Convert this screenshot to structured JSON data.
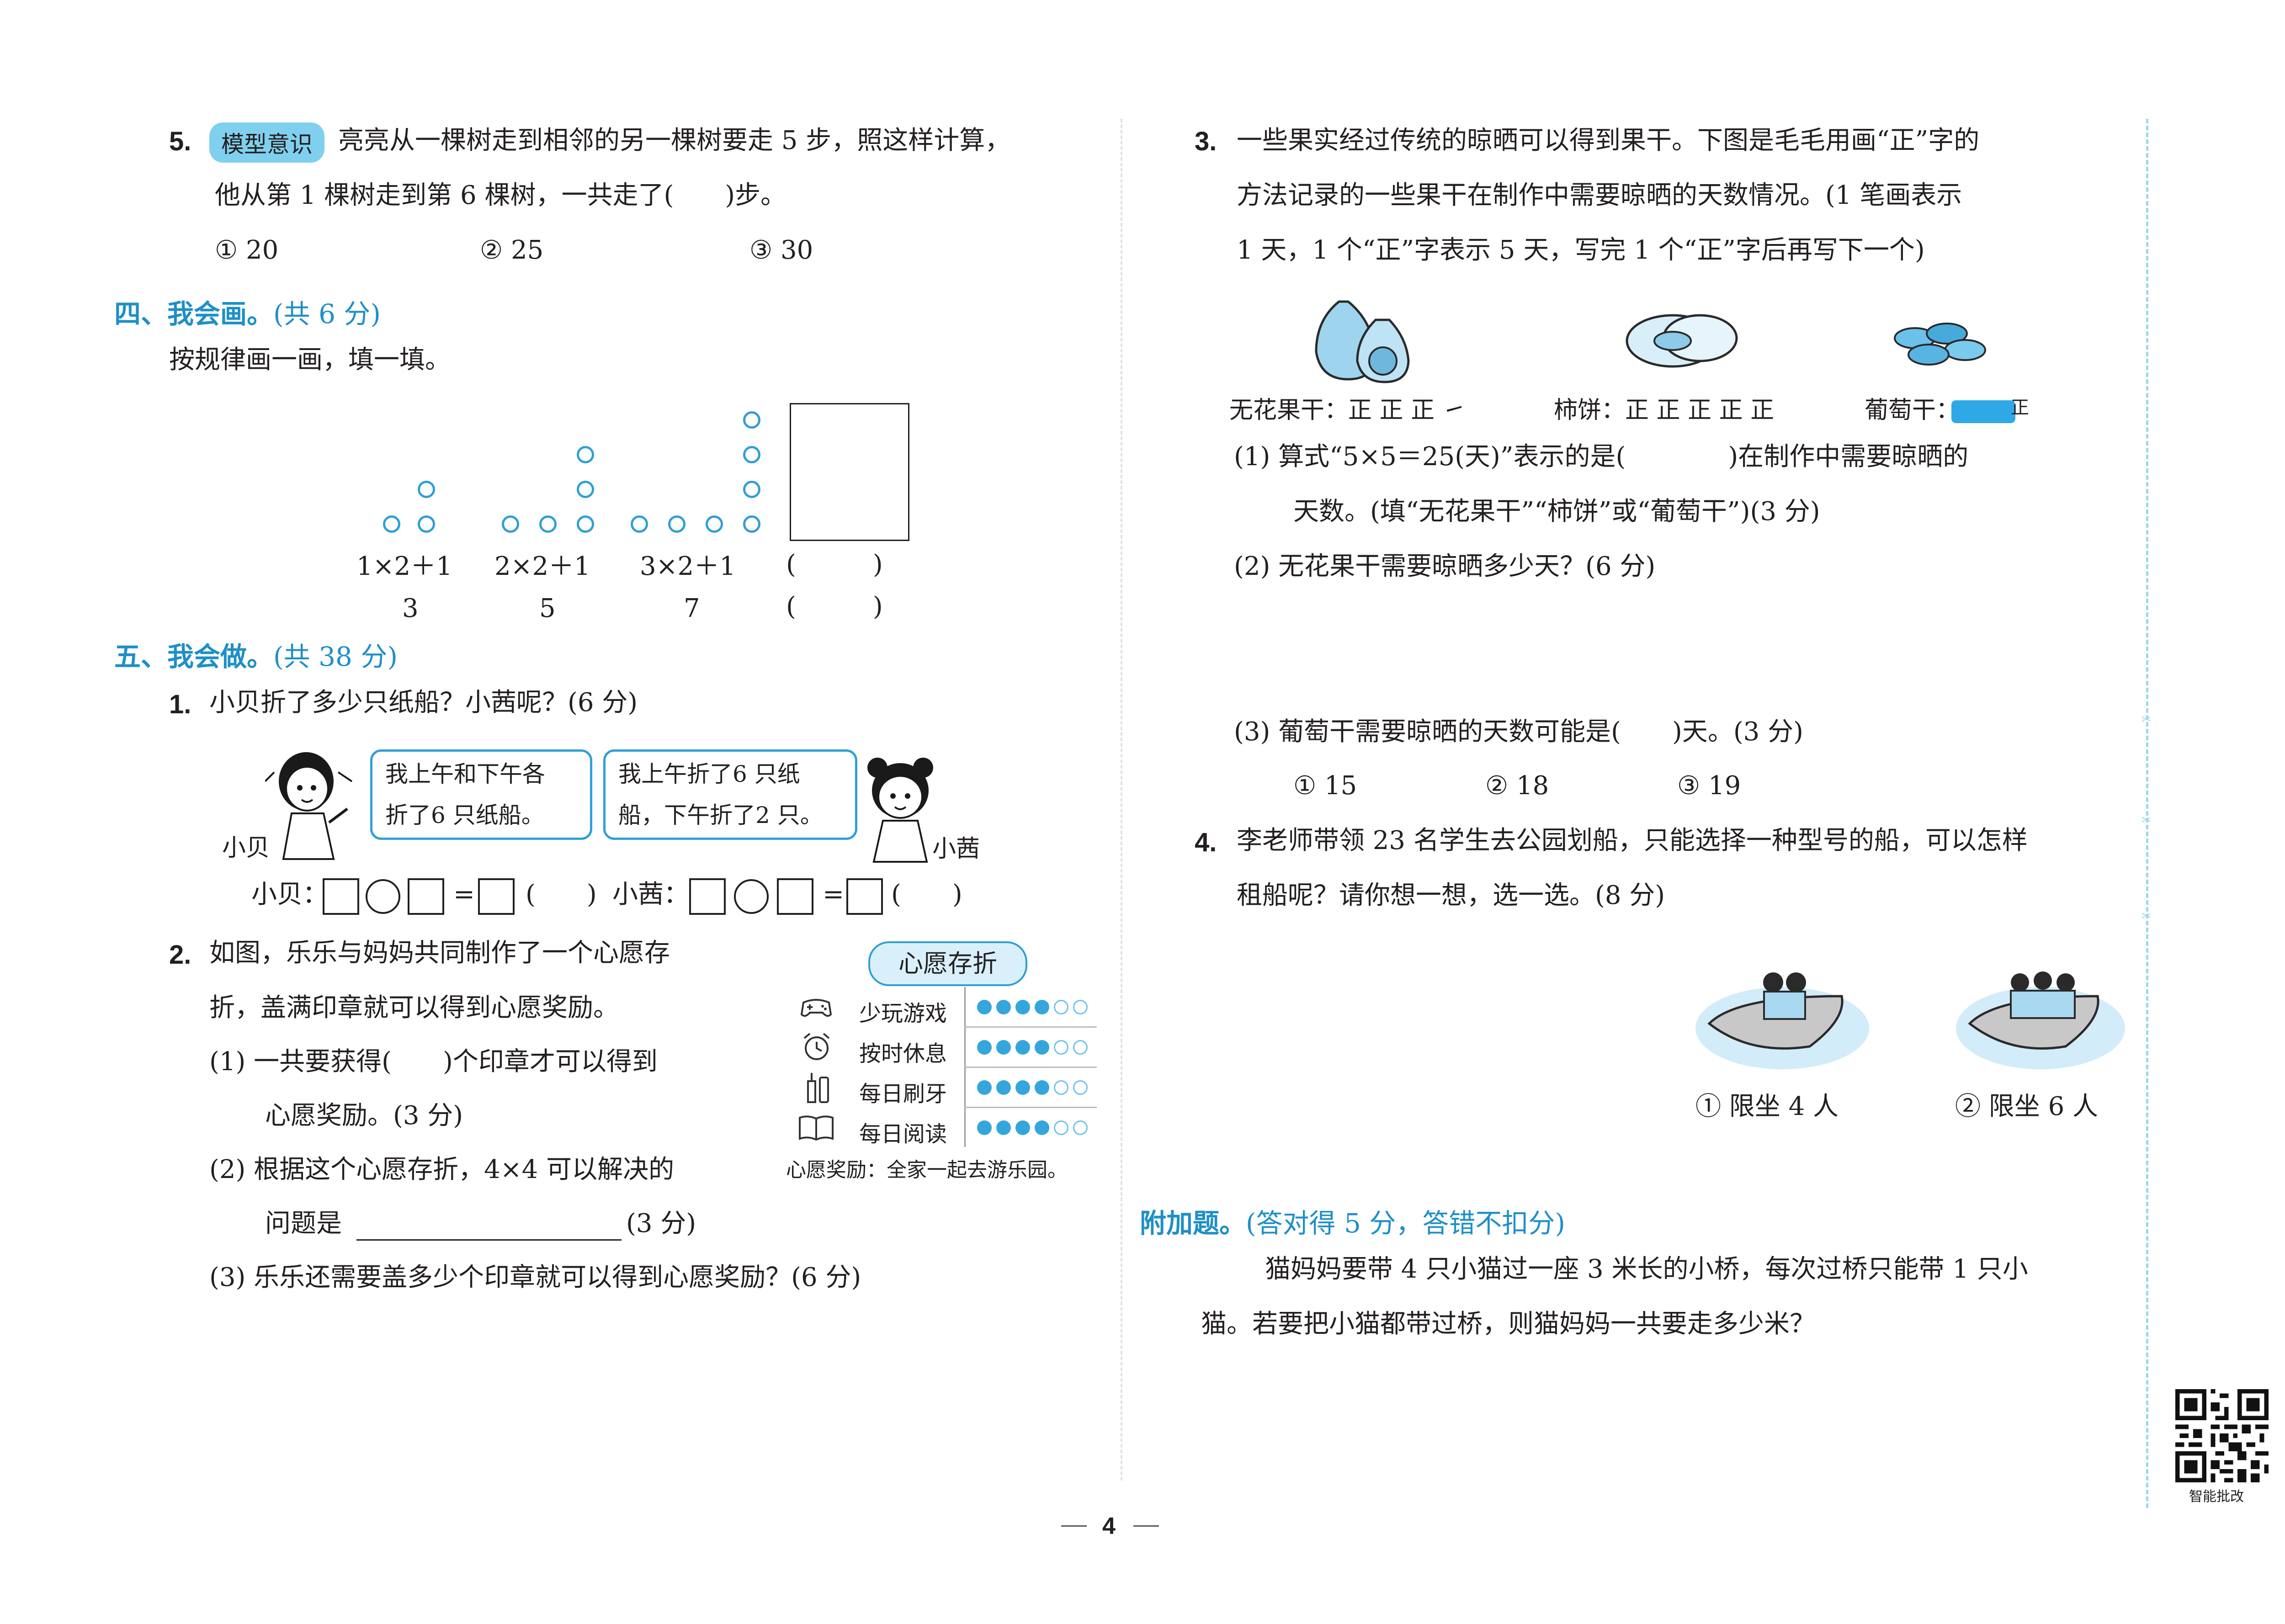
{
  "left": {
    "q5": {
      "num": "5.",
      "tag": "模型意识",
      "line1": "亮亮从一棵树走到相邻的另一棵树要走 5 步，照这样计算，",
      "line2": "他从第 1 棵树走到第 6 棵树，一共走了(　　)步。",
      "options": [
        "① 20",
        "② 25",
        "③ 30"
      ]
    },
    "sec4": {
      "title": "四、我会画。",
      "points": "(共 6 分)",
      "instruction": "按规律画一画，填一填。",
      "exprs": [
        "1×2＋1",
        "2×2＋1",
        "3×2＋1"
      ],
      "results": [
        "3",
        "5",
        "7"
      ],
      "blank1": "(　　　)",
      "blank2": "(　　　)"
    },
    "sec5": {
      "title": "五、我会做。",
      "points": "(共 38 分)"
    },
    "q1": {
      "num": "1.",
      "text": "小贝折了多少只纸船？小茜呢？(6 分)",
      "bubble1_l1": "我上午和下午各",
      "bubble1_l2": "折了6 只纸船。",
      "bubble2_l1": "我上午折了6 只纸",
      "bubble2_l2": "船，下午折了2 只。",
      "name1": "小贝",
      "name2": "小茜",
      "ans1_label": "小贝：",
      "ans2_label": "小茜：",
      "paren": "(　　)"
    },
    "q2": {
      "num": "2.",
      "l1": "如图，乐乐与妈妈共同制作了一个心愿存",
      "l2": "折，盖满印章就可以得到心愿奖励。",
      "s1a": "(1) 一共要获得(　　)个印章才可以得到",
      "s1b": "心愿奖励。(3 分)",
      "s2a": "(2) 根据这个心愿存折，4×4 可以解决的",
      "s2b": "问题是",
      "s2c": "(3 分)",
      "s3": "(3) 乐乐还需要盖多少个印章就可以得到心愿奖励？(6 分)",
      "card": {
        "title": "心愿存折",
        "rows": [
          {
            "label": "少玩游戏",
            "icon": "gamepad-icon"
          },
          {
            "label": "按时休息",
            "icon": "alarm-clock-icon"
          },
          {
            "label": "每日刷牙",
            "icon": "toothbrush-icon"
          },
          {
            "label": "每日阅读",
            "icon": "book-icon"
          }
        ],
        "filled": 4,
        "total": 6,
        "reward": "心愿奖励：全家一起去游乐园。"
      }
    }
  },
  "right": {
    "q3": {
      "num": "3.",
      "l1": "一些果实经过传统的晾晒可以得到果干。下图是毛毛用画“正”字的",
      "l2": "方法记录的一些果干在制作中需要晾晒的天数情况。(1 笔画表示",
      "l3": "1 天，1 个“正”字表示 5 天，写完 1 个“正”字后再写下一个)",
      "fruits": [
        {
          "label": "无花果干：",
          "tally": "正 正 正 ㇀"
        },
        {
          "label": "柿饼：",
          "tally": "正 正 正 正 正"
        },
        {
          "label": "葡萄干：",
          "tally": "正"
        }
      ],
      "s1a": "(1) 算式“5×5＝25(天)”表示的是(　　　　)在制作中需要晾晒的",
      "s1b": "天数。(填“无花果干”“柿饼”或“葡萄干”)(3 分)",
      "s2": "(2) 无花果干需要晾晒多少天？(6 分)",
      "s3": "(3) 葡萄干需要晾晒的天数可能是(　　)天。(3 分)",
      "options": [
        "① 15",
        "② 18",
        "③ 19"
      ]
    },
    "q4": {
      "num": "4.",
      "l1": "李老师带领 23 名学生去公园划船，只能选择一种型号的船，可以怎样",
      "l2": "租船呢？请你想一想，选一选。(8 分)",
      "boat1": "① 限坐 4 人",
      "boat2": "② 限坐 6 人"
    },
    "extra": {
      "title": "附加题。",
      "points": "(答对得 5 分，答错不扣分)",
      "l1": "猫妈妈要带 4 只小猫过一座 3 米长的小桥，每次过桥只能带 1 只小",
      "l2": "猫。若要把小猫都带过桥，则猫妈妈一共要走多少米？"
    }
  },
  "margin": {
    "qr_label": "智能批改"
  },
  "footer": {
    "page": "4"
  },
  "colors": {
    "accent": "#1e8fc8",
    "tag_bg": "#7fd0ee",
    "dot": "#2f9fd6"
  }
}
